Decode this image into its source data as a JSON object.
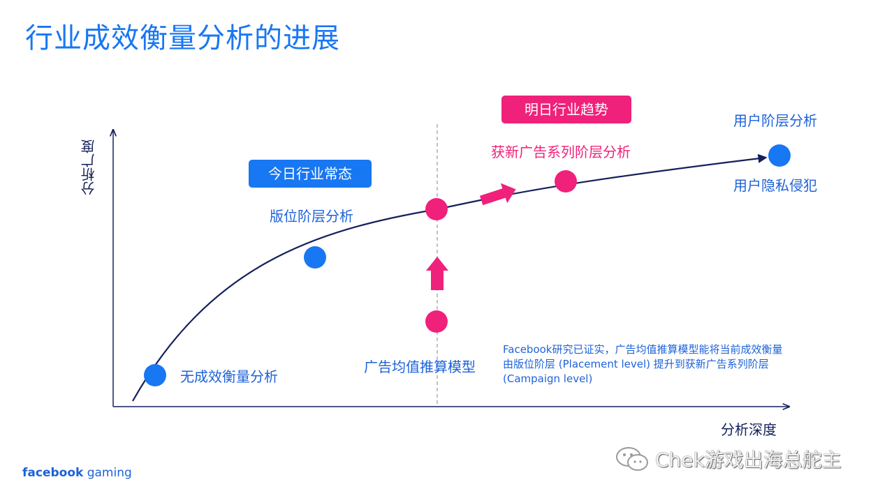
{
  "title": "行业成效衡量分析的进展",
  "axes": {
    "y_label": "分析广度",
    "x_label": "分析深度"
  },
  "badges": {
    "today": "今日行业常态",
    "tomorrow": "明日行业趋势"
  },
  "labels": {
    "no_measurement": "无成效衡量分析",
    "placement_level": "版位阶层分析",
    "ad_value_model": "广告均值推算模型",
    "campaign_level": "获新广告系列阶层分析",
    "user_level": "用户阶层分析",
    "user_privacy": "用户隐私侵犯"
  },
  "note": {
    "line1": "Facebook研究已证实，广告均值推算模型能将当前成效衡量",
    "line2": "由版位阶层 (Placement level) 提升到获新广告系列阶层",
    "line3": "(Campaign level)"
  },
  "footer": {
    "brand_bold": "facebook",
    "brand_rest": " gaming"
  },
  "watermark": {
    "text": "Chek游戏出海总舵主"
  },
  "colors": {
    "blue": "#1877f2",
    "pink": "#f0217a",
    "navy": "#14205a"
  }
}
